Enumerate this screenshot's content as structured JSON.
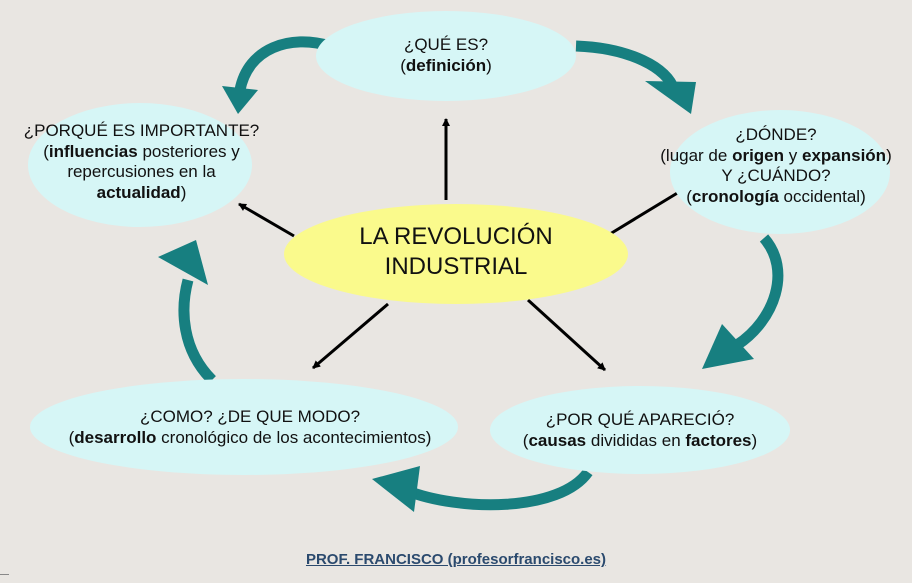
{
  "colors": {
    "background": "#e9e6e2",
    "center_fill": "#fafa8c",
    "node_fill": "#d6f6f6",
    "cycle_arrow": "#177f80",
    "spoke_arrow": "#000000",
    "footer_text": "#2b4a6e"
  },
  "center": {
    "line1": "LA REVOLUCIÓN",
    "line2": "INDUSTRIAL"
  },
  "node_top": {
    "line1": "¿QUÉ ES?",
    "line2_open": "(",
    "line2_bold": "definición",
    "line2_close": ")"
  },
  "node_left": {
    "line1": "¿PORQUÉ ES IMPORTANTE?",
    "line2_open": "(",
    "line2_bold": "influencias",
    "line2_rest": " posteriores y",
    "line3": "repercusiones en la",
    "line4_bold": "actualidad",
    "line4_close": ")"
  },
  "node_right": {
    "line1": "¿DÓNDE?",
    "line2_a": "(lugar de ",
    "line2_b": "origen",
    "line2_c": " y ",
    "line2_d": "expansión",
    "line2_e": ")",
    "line3": "Y ¿CUÁNDO?",
    "line4_open": "(",
    "line4_bold": "cronología",
    "line4_rest": " occidental)"
  },
  "node_bottom_left": {
    "line1": "¿COMO? ¿DE QUE MODO?",
    "line2_open": "(",
    "line2_bold": "desarrollo",
    "line2_rest": " cronológico de los acontecimientos)"
  },
  "node_bottom_right": {
    "line1": "¿POR QUÉ APARECIÓ?",
    "line2_open": "(",
    "line2_bold1": "causas",
    "line2_mid": " divididas en ",
    "line2_bold2": "factores",
    "line2_close": ")"
  },
  "footer": {
    "text": "PROF. FRANCISCO (profesorfrancisco.es)"
  }
}
